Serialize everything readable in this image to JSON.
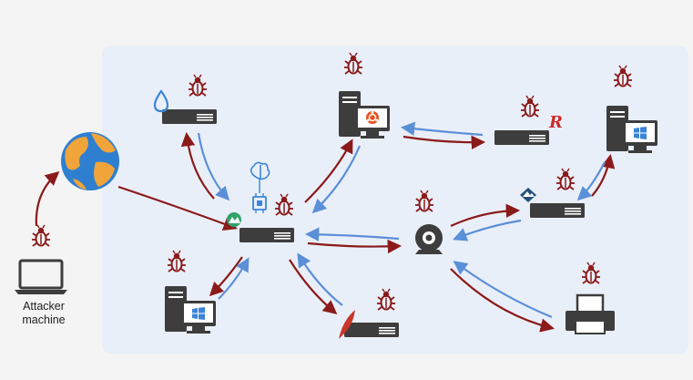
{
  "attacker": {
    "label_line1": "Attacker",
    "label_line2": "machine"
  },
  "colors": {
    "attack": "#8b1a1a",
    "return": "#5b8fd8",
    "device": "#3d3d3d",
    "bug": "#8b1a1a",
    "panel": "#e9eff9"
  },
  "nodes": [
    {
      "id": "attacker-laptop",
      "kind": "laptop",
      "infected": true
    },
    {
      "id": "internet-globe",
      "kind": "globe",
      "infected": false
    },
    {
      "id": "central-server",
      "kind": "server",
      "infected": true,
      "badges": [
        "brain-icon",
        "chip-icon",
        "green-logo-icon"
      ]
    },
    {
      "id": "drupal-server",
      "kind": "server",
      "infected": true,
      "badges": [
        "drupal-drop-icon"
      ]
    },
    {
      "id": "ubuntu-workstation",
      "kind": "workstation",
      "infected": true,
      "badges": [
        "ubuntu-icon"
      ]
    },
    {
      "id": "rails-server",
      "kind": "server",
      "infected": true,
      "badges": [
        "red-r-logo-icon"
      ]
    },
    {
      "id": "windows-workstation-right",
      "kind": "workstation",
      "infected": true,
      "badges": [
        "windows-logo-icon"
      ]
    },
    {
      "id": "mountain-server",
      "kind": "server",
      "infected": true,
      "badges": [
        "mountain-logo-icon"
      ]
    },
    {
      "id": "webcam",
      "kind": "webcam",
      "infected": true
    },
    {
      "id": "windows-workstation-left",
      "kind": "workstation",
      "infected": true,
      "badges": [
        "windows-logo-icon"
      ]
    },
    {
      "id": "apache-server",
      "kind": "server",
      "infected": true,
      "badges": [
        "feather-icon"
      ]
    },
    {
      "id": "printer",
      "kind": "printer",
      "infected": true
    }
  ]
}
